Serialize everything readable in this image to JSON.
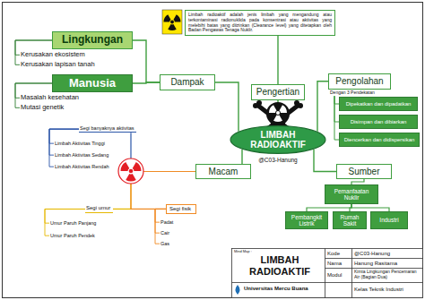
{
  "diagram": {
    "nodes": [
      {
        "text": [
          "Limbah radioaktif adalah jenis limbah yang mengandung atau terkontaminasi radionuklida pada konsentrasi atau aktivitas yang melebihi batas yang diizinkan (Clearance level) yang ditetapkan oleh Badan Pengawas Tenaga Nuklir."
        ]
      },
      {
        "text": [
          "Lingkungan"
        ]
      },
      {
        "text": [
          "Kerusakan ekosistem"
        ]
      },
      {
        "text": [
          "Kerusakan lapisan tanah"
        ]
      },
      {
        "text": [
          "Dampak"
        ]
      },
      {
        "text": [
          "Manusia"
        ]
      },
      {
        "text": [
          "Pengertian"
        ]
      },
      {
        "text": [
          "Pengolahan",
          "Dengan 3 Pendekatan"
        ]
      },
      {
        "text": [
          "Masalah kesehatan"
        ]
      },
      {
        "text": [
          "Mutasi genetik"
        ]
      },
      {
        "text": [
          "Dipekatkan dan dipadatkan"
        ]
      },
      {
        "text": [
          "Disimpan dan dibiarkan"
        ]
      },
      {
        "text": [
          "Diencerkan dan didispersikan"
        ]
      },
      {
        "text": [
          "LIMBAH RADIOAKTIF"
        ]
      },
      {
        "text": [
          "Segi banyaknya aktivitas"
        ]
      },
      {
        "text": [
          "Limbah Aktivitas Tinggi"
        ]
      },
      {
        "text": [
          "Limbah Aktivitas Sedang"
        ]
      },
      {
        "text": [
          "Limbah Aktivitas Rendah"
        ]
      },
      {
        "text": [
          "Macam"
        ]
      },
      {
        "text": [
          "Sumber"
        ]
      },
      {
        "text": [
          "Pemanfaatan Nuklir"
        ]
      },
      {
        "text": [
          "Pembangkit Listrik"
        ]
      },
      {
        "text": [
          "Rumah Sakit"
        ]
      },
      {
        "text": [
          "Industri"
        ]
      },
      {
        "text": [
          "Segi umur"
        ]
      },
      {
        "text": [
          "Segi fisik"
        ]
      },
      {
        "text": [
          "Umur Paruh Panjang"
        ]
      },
      {
        "text": [
          "Umur Paruh Pendek"
        ]
      },
      {
        "text": [
          "Padat"
        ]
      },
      {
        "text": [
          "Cair"
        ]
      },
      {
        "text": [
          "Gas"
        ]
      }
    ],
    "edges": [
      {
        "from": 13,
        "to": 6,
        "arrow": "none"
      },
      {
        "from": 6,
        "to": 0,
        "arrow": "none"
      },
      {
        "from": 13,
        "to": 4,
        "arrow": "none"
      },
      {
        "from": 4,
        "to": 1,
        "arrow": "none"
      },
      {
        "from": 4,
        "to": 5,
        "arrow": "none"
      },
      {
        "from": 1,
        "to": 2,
        "arrow": "none"
      },
      {
        "from": 1,
        "to": 3,
        "arrow": "none"
      },
      {
        "from": 5,
        "to": 8,
        "arrow": "none"
      },
      {
        "from": 5,
        "to": 9,
        "arrow": "none"
      },
      {
        "from": 13,
        "to": 7,
        "arrow": "none"
      },
      {
        "from": 7,
        "to": 10,
        "arrow": "none"
      },
      {
        "from": 7,
        "to": 11,
        "arrow": "none"
      },
      {
        "from": 7,
        "to": 12,
        "arrow": "none"
      },
      {
        "from": 13,
        "to": 19,
        "arrow": "none"
      },
      {
        "from": 19,
        "to": 20,
        "arrow": "none"
      },
      {
        "from": 20,
        "to": 21,
        "arrow": "none"
      },
      {
        "from": 20,
        "to": 22,
        "arrow": "none"
      },
      {
        "from": 20,
        "to": 23,
        "arrow": "none"
      },
      {
        "from": 13,
        "to": 18,
        "arrow": "none"
      },
      {
        "from": 18,
        "to": 14,
        "arrow": "none"
      },
      {
        "from": 18,
        "to": 24,
        "arrow": "none"
      },
      {
        "from": 18,
        "to": 25,
        "arrow": "none"
      },
      {
        "from": 14,
        "to": 15,
        "arrow": "none"
      },
      {
        "from": 14,
        "to": 16,
        "arrow": "none"
      },
      {
        "from": 14,
        "to": 17,
        "arrow": "none"
      },
      {
        "from": 24,
        "to": 26,
        "arrow": "none"
      },
      {
        "from": 24,
        "to": 27,
        "arrow": "none"
      },
      {
        "from": 25,
        "to": 28,
        "arrow": "none"
      },
      {
        "from": 25,
        "to": 29,
        "arrow": "none"
      },
      {
        "from": 25,
        "to": 30,
        "arrow": "none"
      }
    ],
    "labels": [
      "@C03-Hanung",
      "Mind Map :",
      "LIMBAH RADIOAKTIF",
      "Universitas Mercu Buana",
      "Kode",
      "@C03-Hanung",
      "Nama",
      "Hanung Rasitama",
      "Modul",
      "Kimia Lingkungan Pencemaran Air (Bagian Dua)",
      "Kelas Teknik Industri"
    ]
  }
}
